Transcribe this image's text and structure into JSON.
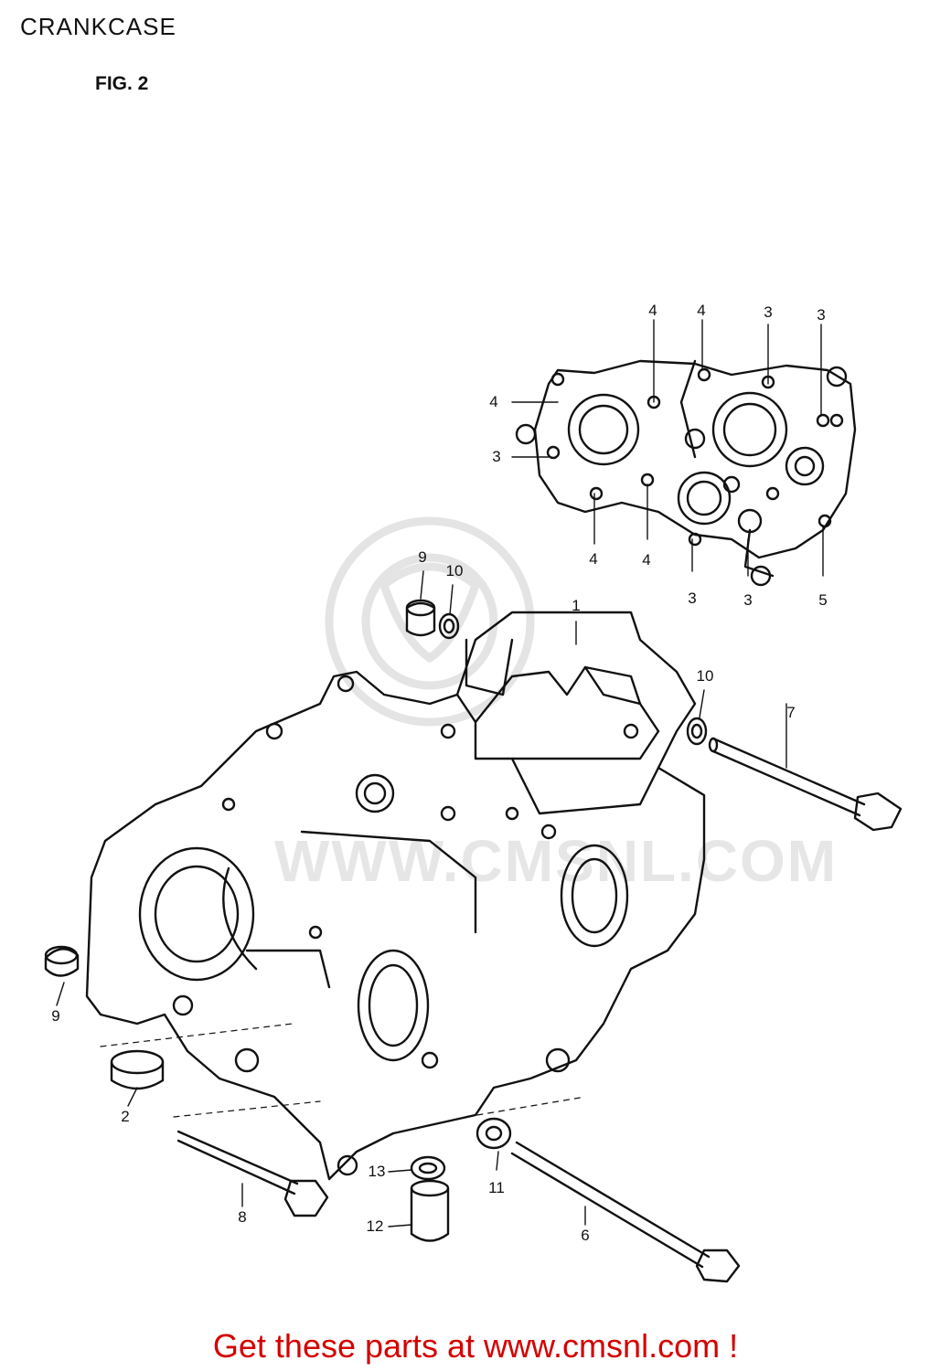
{
  "header": {
    "title": "CRANKCASE",
    "figure": "FIG. 2"
  },
  "watermark": "WWW.CMSNL.COM",
  "footer": {
    "prefix": "Get these parts at ",
    "link": "www.cmsnl.com",
    "suffix": " !",
    "color": "#d40000"
  },
  "callouts": {
    "c1": "1",
    "c2": "2",
    "c3a": "3",
    "c3b": "3",
    "c3c": "3",
    "c3d": "3",
    "c3e": "3",
    "c4a": "4",
    "c4b": "4",
    "c4c": "4",
    "c4d": "4",
    "c4e": "4",
    "c5": "5",
    "c6": "6",
    "c7": "7",
    "c8": "8",
    "c9a": "9",
    "c9b": "9",
    "c10a": "10",
    "c10b": "10",
    "c11": "11",
    "c12": "12",
    "c13": "13"
  }
}
